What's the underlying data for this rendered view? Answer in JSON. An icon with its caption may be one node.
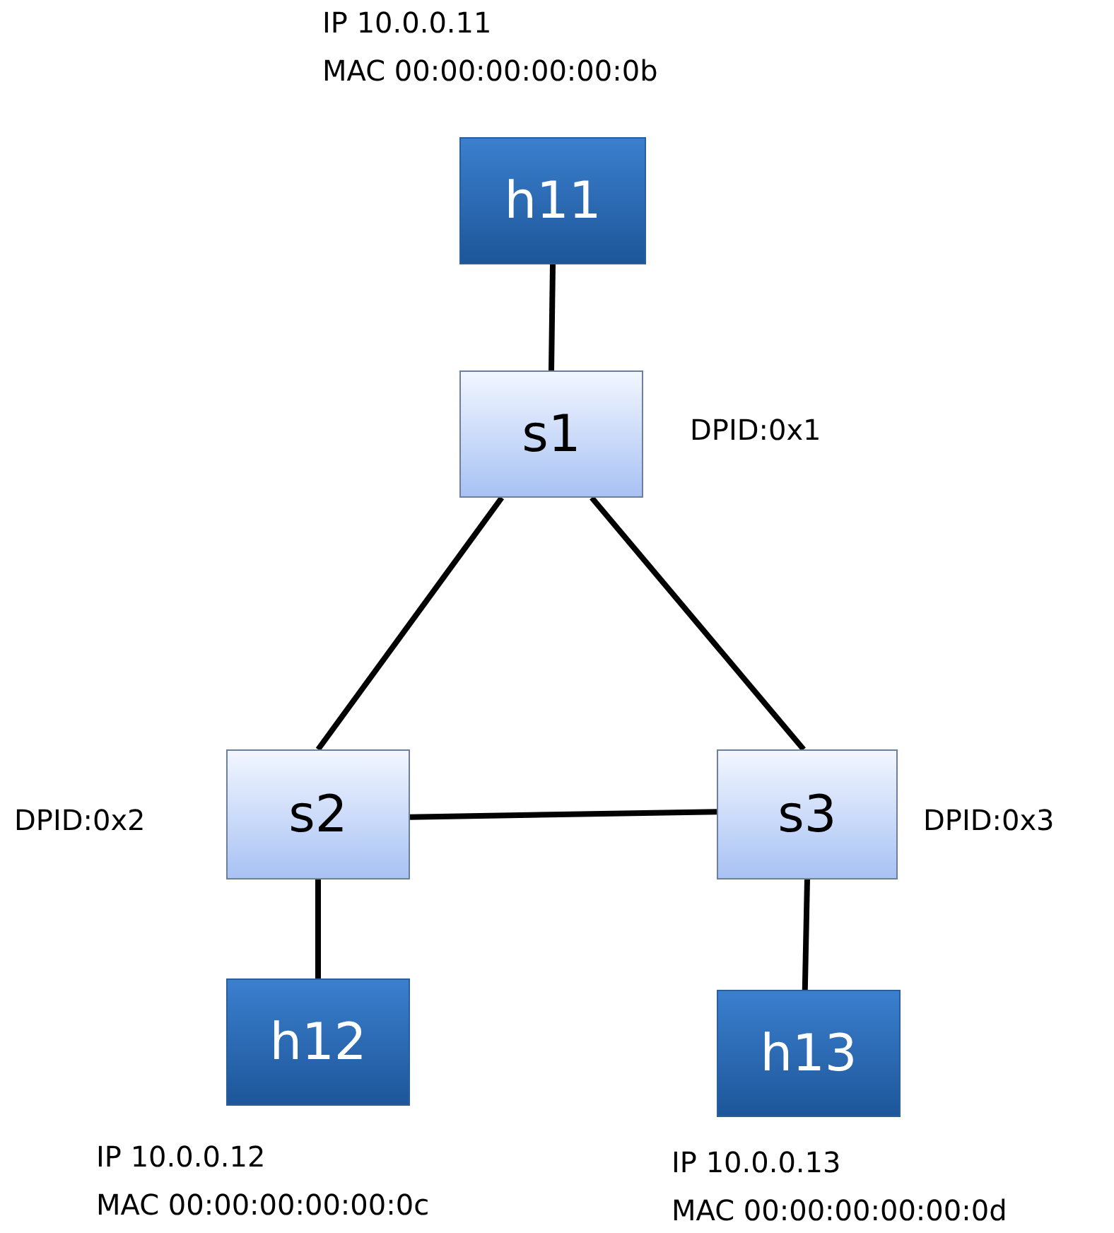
{
  "diagram": {
    "nodes": [
      {
        "text": [
          "h11"
        ],
        "beside": [
          "IP 10.0.0.11",
          "MAC 00:00:00:00:00:0b"
        ]
      },
      {
        "text": [
          "s1"
        ],
        "beside": [
          "DPID:0x1"
        ]
      },
      {
        "text": [
          "s2"
        ],
        "beside": [
          "DPID:0x2"
        ]
      },
      {
        "text": [
          "s3"
        ],
        "beside": [
          "DPID:0x3"
        ]
      },
      {
        "text": [
          "h12"
        ],
        "beside": [
          "IP 10.0.0.12",
          "MAC 00:00:00:00:00:0c"
        ]
      },
      {
        "text": [
          "h13"
        ],
        "beside": [
          "IP 10.0.0.13",
          "MAC 00:00:00:00:00:0d"
        ]
      }
    ],
    "edges": [
      {
        "from": 0,
        "to": 1,
        "arrow": "none"
      },
      {
        "from": 1,
        "to": 2,
        "arrow": "none"
      },
      {
        "from": 1,
        "to": 3,
        "arrow": "none"
      },
      {
        "from": 2,
        "to": 3,
        "arrow": "none"
      },
      {
        "from": 2,
        "to": 4,
        "arrow": "none"
      },
      {
        "from": 3,
        "to": 5,
        "arrow": "none"
      }
    ]
  }
}
